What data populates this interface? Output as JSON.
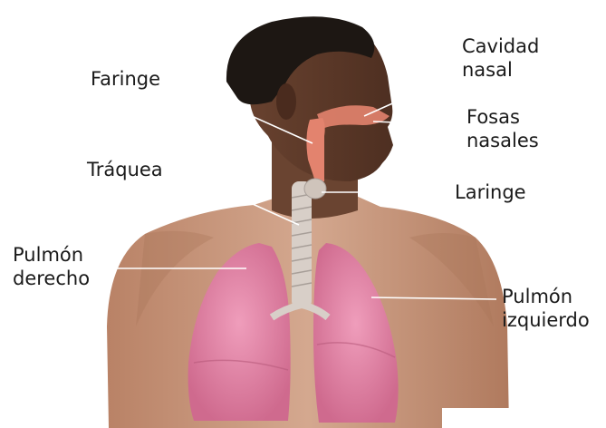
{
  "labels": {
    "cavidad_nasal_1": "Cavidad",
    "cavidad_nasal_2": "nasal",
    "faringe": "Faringe",
    "fosas_nasales_1": "Fosas",
    "fosas_nasales_2": "nasales",
    "traquea": "Tráquea",
    "laringe": "Laringe",
    "pulmon_derecho_1": "Pulmón",
    "pulmon_derecho_2": "derecho",
    "pulmon_izquierdo_1": "Pulmón",
    "pulmon_izquierdo_2": "izquierdo"
  },
  "colors": {
    "skin": "#c99a7e",
    "skin_shadow": "#a8755a",
    "face": "#5a3626",
    "hair": "#1d1713",
    "lung": "#df7fa0",
    "trachea": "#d8cfc8",
    "airway": "#e3836e"
  }
}
